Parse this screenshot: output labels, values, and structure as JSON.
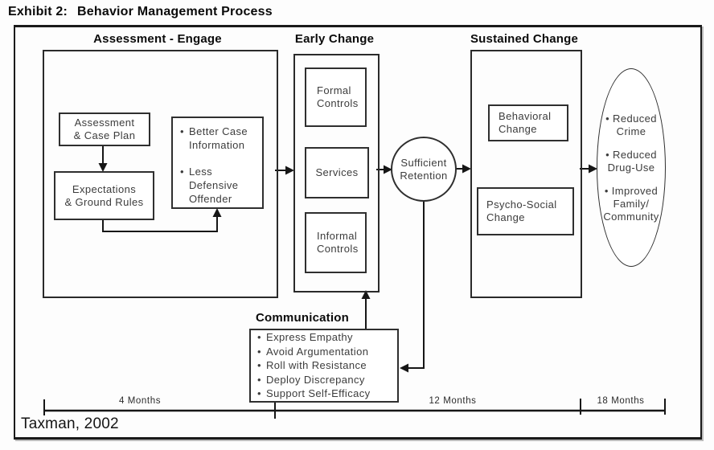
{
  "title": {
    "prefix": "Exhibit 2:",
    "text": "Behavior Management Process"
  },
  "ui": {
    "bullet": "•"
  },
  "assessment": {
    "header": "Assessment - Engage",
    "case_plan": "Assessment\n& Case Plan",
    "expectations": "Expectations\n& Ground Rules",
    "outcomes": [
      {
        "text": "Better Case\nInformation"
      },
      {
        "text": "Less\nDefensive\nOffender"
      }
    ]
  },
  "early_change": {
    "header": "Early Change",
    "boxes": [
      "Formal\nControls",
      "Services",
      "Informal\nControls"
    ]
  },
  "retention": "Sufficient\nRetention",
  "sustained": {
    "header": "Sustained Change",
    "behavioral": "Behavioral\nChange",
    "psycho": "Psycho-Social\nChange"
  },
  "outcomes_ellipse": {
    "items": [
      "• Reduced\nCrime",
      "• Reduced\nDrug-Use",
      "• Improved\nFamily/\nCommunity"
    ]
  },
  "communication": {
    "header": "Communication",
    "items": [
      "Express Empathy",
      "Avoid Argumentation",
      "Roll with Resistance",
      "Deploy Discrepancy",
      "Support Self-Efficacy"
    ]
  },
  "timeline": {
    "labels": [
      "4 Months",
      "12 Months",
      "18 Months"
    ]
  },
  "credit": "Taxman, 2002"
}
